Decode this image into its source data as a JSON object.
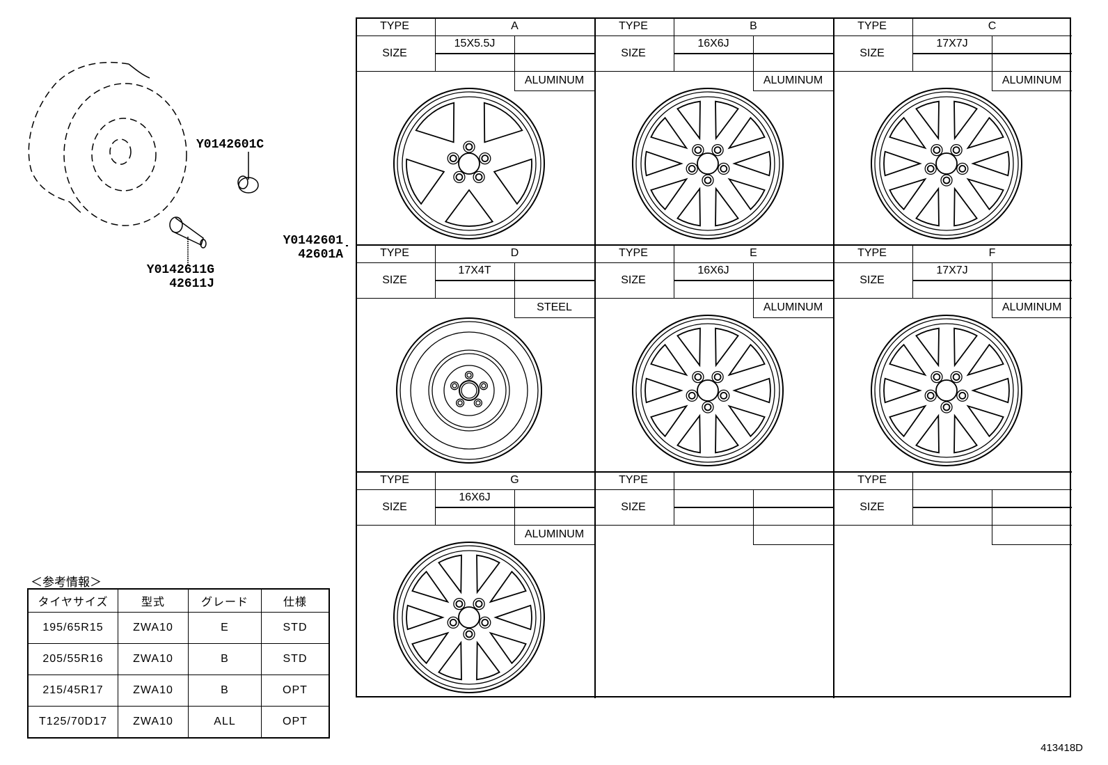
{
  "callouts": {
    "lug_nut": "Y0142601C",
    "valve_stem": [
      "Y0142611G",
      "42611J"
    ],
    "wheel": [
      "Y0142601",
      "42601A"
    ]
  },
  "grid": {
    "type_label": "TYPE",
    "size_label": "SIZE",
    "cells": [
      {
        "type": "A",
        "size": "15X5.5J",
        "material": "ALUMINUM",
        "wheel_style": "5-spoke"
      },
      {
        "type": "B",
        "size": "16X6J",
        "material": "ALUMINUM",
        "wheel_style": "10-split-spoke"
      },
      {
        "type": "C",
        "size": "17X7J",
        "material": "ALUMINUM",
        "wheel_style": "10-split-spoke"
      },
      {
        "type": "D",
        "size": "17X4T",
        "material": "STEEL",
        "wheel_style": "steel-spare"
      },
      {
        "type": "E",
        "size": "16X6J",
        "material": "ALUMINUM",
        "wheel_style": "5-double-spoke"
      },
      {
        "type": "F",
        "size": "17X7J",
        "material": "ALUMINUM",
        "wheel_style": "5-double-spoke"
      },
      {
        "type": "G",
        "size": "16X6J",
        "material": "ALUMINUM",
        "wheel_style": "5-twisted-spoke"
      },
      {
        "type": "",
        "size": "",
        "material": "",
        "wheel_style": ""
      },
      {
        "type": "",
        "size": "",
        "material": "",
        "wheel_style": ""
      }
    ]
  },
  "reference": {
    "title": "＜参考情報＞",
    "headers": [
      "タイヤサイズ",
      "型式",
      "グレード",
      "仕様"
    ],
    "rows": [
      [
        "195/65R15",
        "ZWA10",
        "E",
        "STD"
      ],
      [
        "205/55R16",
        "ZWA10",
        "B",
        "STD"
      ],
      [
        "215/45R17",
        "ZWA10",
        "B",
        "OPT"
      ],
      [
        "T125/70D17",
        "ZWA10",
        "ALL",
        "OPT"
      ]
    ]
  },
  "diagram_id": "413418D"
}
